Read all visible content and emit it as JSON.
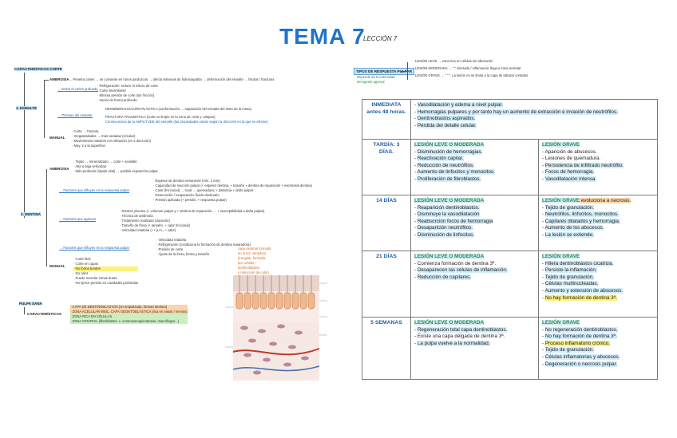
{
  "header": {
    "title": "TEMA 7",
    "subtitle": "LECCIÓN 7"
  },
  "left": {
    "caracteristicas": "CARACTERÍSTICAS CORTE",
    "esmalte": {
      "label": "1. ESMALTE",
      "ambrosia": "AMBROSIA",
      "ambrosia_text": "→ Penetra caries → se convierte en tonos parduzcos → afecta sistemas de hidroxiapatita → deformación del esmalte → fisuras / fracturas",
      "brown": "→ Evitar el caries profundo",
      "brown_items": [
        "· Refrigeración: reducir el efecto de corte",
        "· Corte intermitente",
        "· Mínima presión de corte (sin fricción)",
        "· Vaciar de forma profunda"
      ],
      "prisms": "→ Prismas del esmalte:",
      "prisms_items": [
        "DESMINERALIZACIÓN PLÁSTICA (conformación → separación del esmalte del resto de la masa)",
        "FRACTURA TRAUMÁTICA (corte no limpio en la zona de corte y colapso)",
        "Consecuencia de la AMPLITUDE del esmalte (las propiedades varían según la dirección en la que se elimine)"
      ],
      "manual": "MANUAL",
      "manual_items": [
        "· Corte → fractura",
        "· Irregularidades → más cariadas (circular)",
        "· Movimientos rotativos con vibración (en 2 dirección)",
        "· Muy, 2 a la superficie"
      ]
    },
    "dentina": {
      "label": "2. DENTINA",
      "ambrosia": "AMBROSIA",
      "ambrosia_items": [
        "· Tejido → mineralizado → corte + sensible",
        "· Alta a baja velocidad",
        "· Más profundo (rápido vital) → posible exposición pulpar"
      ],
      "factors1": "→ Factores que influyen en la respuesta pulpar",
      "factors1_items": [
        "· Espesor de dentina remanente (mín. 2 mm)",
        "· Capacidad de reacción pulpar (+ espesor dentina, + tamaño + dentina de reparación + esclerosis dentina)",
        "· Calor (friccional) → local → quemadura; + distancia + daño pulpar",
        "· Desecación / evaporación: fluido dentinario",
        "· Presión aplicada (+ presión, + respuesta pulpar)"
      ],
      "factors2": "→ Factores que agravan",
      "factors2_items": [
        "· Dientes jóvenes (+ volumen pulpar y + dentina de reparación → + susceptibilidad a daño pulpar)",
        "· Técnica de ambrosía",
        "· Tratamiento realizado (duración)",
        "· Tamaño de fresa (+ tamaño, + calor friccional)",
        "· Velocidad rotatoria (+ r.p.m., + calor)"
      ],
      "factors3": "→ Factores que influyen en la respuesta pulpar",
      "factors3_items": [
        "· Velocidad rotatoria",
        "· Refrigeración (condiciona la formación de dentina reparadora)",
        "· Presión de corte",
        "· Ajuste de la fresa, forma y tamaño"
      ],
      "orange_note": [
        "capa dentinal formada",
        "en la luz: inmadura",
        "(irregular, formada",
        "por células +",
        "dentinoblastos",
        "y reducción de calor)"
      ],
      "manual": "MANUAL",
      "manual_items": [
        "· Corte fácil",
        "· Corte en capas",
        "· No forma bordes",
        "· No calor",
        "· Puede mezclar zonas duras",
        "· No ejerce presión en cavidades profundas"
      ]
    },
    "pulpa": {
      "label": "PULPA SANA",
      "char": "CARACTERÍSTICAS",
      "items": [
        "· CAPA DE DENTINOBLASTOS (en empalizada, forman dentina)",
        "· ZONA ACELULAR WEIL, CAPA ODONTOBLÁSTICA (rica en vasos / nervios)",
        "· ZONA RICA EN CÉLULAS",
        "· ZONA CENTRAL (fibroblastos, c. ectomesenquimatosas, macrófagos...)"
      ]
    }
  },
  "notes": {
    "left_box": "TIPOS DE RESPUESTA PULPAR",
    "left_sub": [
      "Depende de la intensidad",
      "del agente agresor"
    ],
    "right_items": [
      "LESIÓN LEVE → zona rica en células sin afectación",
      "LESIÓN MODERADA → “ ” afectada / inflamación llega a zona acelular",
      "LESIÓN GRAVE → “ ” “. La lesión no se limita a la capa de túbulos cortados"
    ]
  },
  "table": {
    "rows": [
      {
        "time": "INMEDIATA antes 48 horas.",
        "full": true,
        "items": [
          {
            "t": "Vasodilatación y edema a nivel pulpar.",
            "hl": "blue"
          },
          {
            "t": "Hemorragias pulpares y por tanto hay un aumento de extracción e invasión de neutrófilos.",
            "hl": "blue"
          },
          {
            "t": "Dentinoblastos aspirados.",
            "hl": "blue"
          },
          {
            "t": "Pérdida del detalle celular.",
            "hl": "blue"
          }
        ]
      },
      {
        "time": "TARDÍA: 3 DÍAS.",
        "moderate_title": "LESIÓN LEVE O MODERADA",
        "moderate": [
          {
            "t": "Disminución de hemorragias.",
            "hl": "blue"
          },
          {
            "t": "Reactivación capilar.",
            "hl": "blue"
          },
          {
            "t": "Reducción de neutrófilos.",
            "hl": "blue"
          },
          {
            "t": "Aumento de linfocitos y monocitos.",
            "hl": "blue"
          },
          {
            "t": "Proliferación de fibroblastos.",
            "hl": "blue"
          }
        ],
        "severe_title": "LESIÓN GRAVE",
        "severe": [
          {
            "t": "Aparición de abscesos.",
            "hl": ""
          },
          {
            "t": "Lesiones de quemadura.",
            "hl": ""
          },
          {
            "t": "Persistencia de infiltrado neutrófilo.",
            "hl": "blue"
          },
          {
            "t": "Focos de hemorragia.",
            "hl": "blue"
          },
          {
            "t": "Vasodilatación intensa.",
            "hl": "blue"
          }
        ]
      },
      {
        "time": "14 DÍAS",
        "moderate_title": "LESIÓN LEVE O MODERADA",
        "moderate": [
          {
            "t": "Reaparición dentinoblastos.",
            "hl": "blue"
          },
          {
            "t": "Disminuye la vasodilatación",
            "hl": "blue"
          },
          {
            "t": "Reabsorción focos de hemorragia",
            "hl": "blue"
          },
          {
            "t": "Desaparición neutrófilos.",
            "hl": "blue"
          },
          {
            "t": "Disminución de linfocitos.",
            "hl": "blue"
          }
        ],
        "severe_title": "LESIÓN GRAVE",
        "severe_suffix": "evoluciona a necrosis.",
        "severe": [
          {
            "t": "Tejido de granulación.",
            "hl": "blue"
          },
          {
            "t": "Neutrófilos, linfocitos, monocitos.",
            "hl": "blue"
          },
          {
            "t": "Capilares dilatados y hemorragia.",
            "hl": "blue"
          },
          {
            "t": "Aumento de los abscesos.",
            "hl": "blue"
          },
          {
            "t": "La lesión se extiende.",
            "hl": "blue"
          }
        ]
      },
      {
        "time": "21 DÍAS",
        "moderate_title": "LESIÓN LEVE O MODERADA",
        "moderate": [
          {
            "t": "Comienza formación de dentina 3ª.",
            "hl": ""
          },
          {
            "t": "Desaparecen las células de inflamación.",
            "hl": "blue"
          },
          {
            "t": "Reducción de capilares.",
            "hl": "blue"
          }
        ],
        "severe_title": "LESIÓN GRAVE",
        "severe": [
          {
            "t": "Hilera dentinoblastos cicatriza.",
            "hl": "blue"
          },
          {
            "t": "Persiste la inflamación.",
            "hl": "blue"
          },
          {
            "t": "Tejido de granulación.",
            "hl": "blue"
          },
          {
            "t": "Células multinucleadas.",
            "hl": "blue"
          },
          {
            "t": "Aumento y extensión de abscesos.",
            "hl": "blue"
          },
          {
            "t": "No hay formación de dentina 3ª.",
            "hl": "yellow"
          }
        ]
      },
      {
        "time": "5 SEMANAS",
        "moderate_title": "LESIÓN LEVE O MODERADA",
        "moderate": [
          {
            "t": "Regeneración total capa dentinoblastos.",
            "hl": "blue"
          },
          {
            "t": "Existe una capa delgada de dentina 3ª.",
            "hl": ""
          },
          {
            "t": "La pulpa vuelve a la normalidad.",
            "hl": "blue"
          }
        ],
        "severe_title": "LESIÓN GRAVE",
        "severe": [
          {
            "t": "No regeneración dentinoblastos.",
            "hl": "blue"
          },
          {
            "t": "No hay formación de dentina 3ª.",
            "hl": "blue"
          },
          {
            "t": "Proceso inflamatorio crónico.",
            "hl": "yellow"
          },
          {
            "t": "Tejido de granulación.",
            "hl": "blue"
          },
          {
            "t": "Células inflamatorias y abscesos.",
            "hl": "blue"
          },
          {
            "t": "Degeneración o necrosis pulpar.",
            "hl": "blue"
          }
        ]
      }
    ]
  },
  "colors": {
    "title": "#1f73c9",
    "highlight_blue": "#d3eefc",
    "highlight_yellow": "#faf07a",
    "highlight_orange": "#fcd9ab",
    "severity_green": "#2a8a3a"
  }
}
